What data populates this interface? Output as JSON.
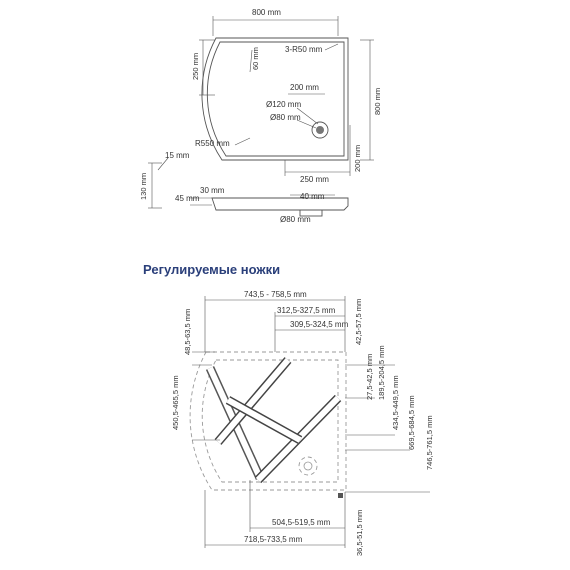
{
  "top_view": {
    "width_top": "800 mm",
    "left_250": "250 mm",
    "r_60": "60 mm",
    "radius_3": "3-R50 mm",
    "right_800": "800 mm",
    "d200_top": "200 mm",
    "d120": "Ø120 mm",
    "d80": "Ø80 mm",
    "r550": "R550 mm",
    "right_200": "200 mm",
    "bottom_250": "250 mm"
  },
  "side_view": {
    "h15": "15 mm",
    "h130": "130 mm",
    "w30": "30 mm",
    "w45": "45 mm",
    "w40": "40 mm",
    "d80": "Ø80 mm"
  },
  "legs_title": "Регулируемые ножки",
  "legs_view": {
    "top_range": "743,5 - 758,5 mm",
    "r1": "312,5-327,5 mm",
    "r2": "309,5-324,5 mm",
    "left_a": "48,5-63,5 mm",
    "left_b": "450,5-465,5 mm",
    "v1": "42,5-57,5 mm",
    "v2": "27,5-42,5 mm",
    "v3": "189,5-204,5 mm",
    "v4": "434,5-449,5 mm",
    "v5": "669,5-684,5 mm",
    "v6": "746,5-761,5 mm",
    "b1": "504,5-519,5 mm",
    "b2": "718,5-733,5 mm",
    "b3": "36,5-51,5 mm"
  }
}
